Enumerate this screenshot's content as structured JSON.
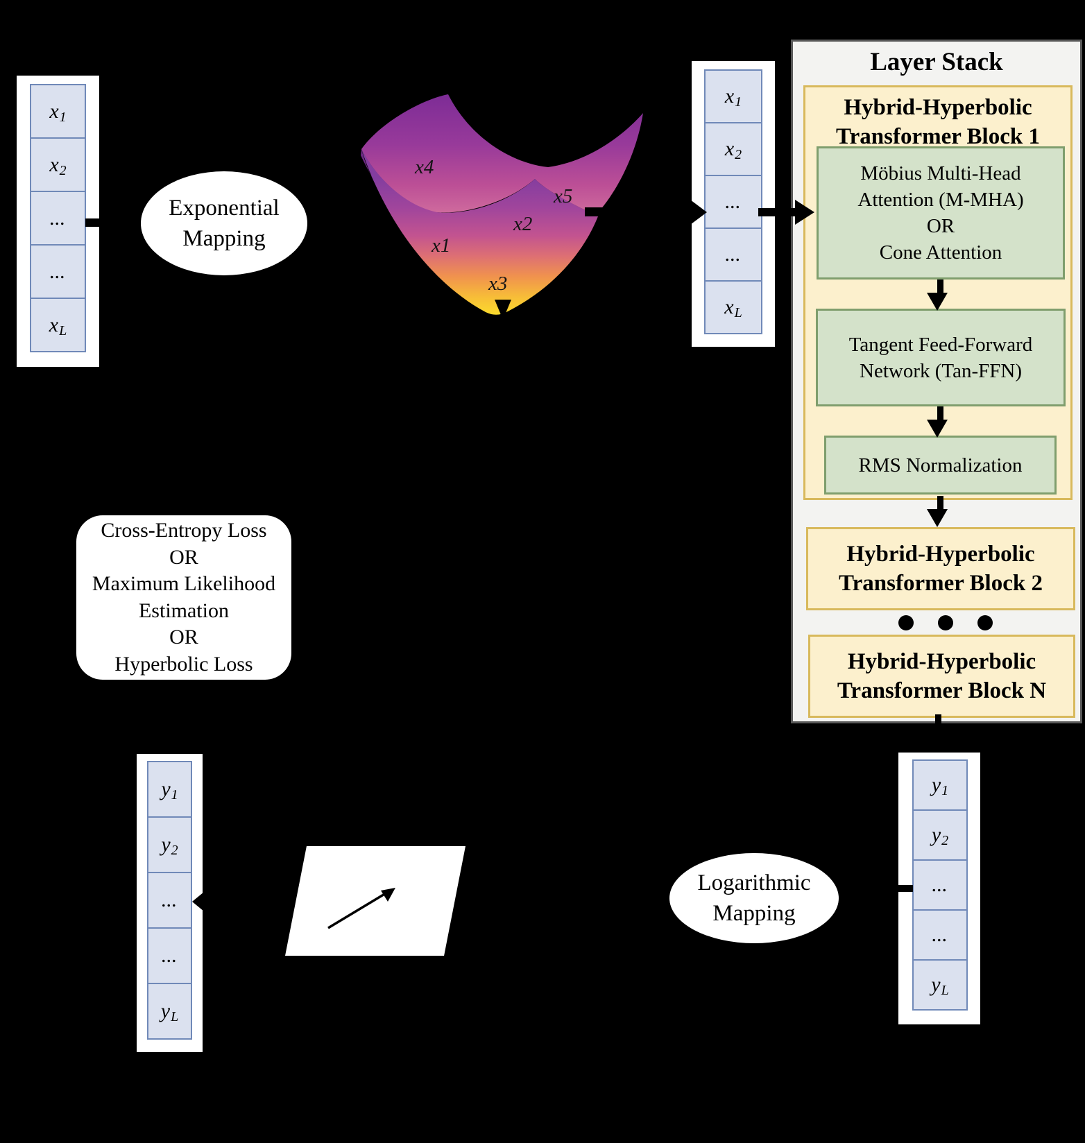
{
  "layer_stack": {
    "title": "Layer Stack",
    "block1": {
      "title": "Hybrid-Hyperbolic\nTransformer Block 1",
      "attention": "Möbius Multi-Head\nAttention (M-MHA)\nOR\nCone Attention",
      "ffn": "Tangent Feed-Forward\nNetwork (Tan-FFN)",
      "norm": "RMS Normalization"
    },
    "block2": {
      "title": "Hybrid-Hyperbolic\nTransformer Block 2"
    },
    "blockN": {
      "title": "Hybrid-Hyperbolic\nTransformer Block N"
    }
  },
  "ellipses": {
    "exponential": "Exponential\nMapping",
    "logarithmic": "Logarithmic\nMapping"
  },
  "loss_box": {
    "text": "Cross-Entropy Loss\nOR\nMaximum Likelihood\nEstimation\nOR\nHyperbolic Loss"
  },
  "vectors": {
    "x_input": {
      "cells": [
        {
          "b": "x",
          "s": "1"
        },
        {
          "b": "x",
          "s": "2"
        },
        {
          "b": "...",
          "s": ""
        },
        {
          "b": "...",
          "s": ""
        },
        {
          "b": "x",
          "s": "L"
        }
      ]
    },
    "x_mapped": {
      "cells": [
        {
          "b": "x",
          "s": "1"
        },
        {
          "b": "x",
          "s": "2"
        },
        {
          "b": "...",
          "s": ""
        },
        {
          "b": "...",
          "s": ""
        },
        {
          "b": "x",
          "s": "L"
        }
      ]
    },
    "y_right": {
      "cells": [
        {
          "b": "y",
          "s": "1"
        },
        {
          "b": "y",
          "s": "2"
        },
        {
          "b": "...",
          "s": ""
        },
        {
          "b": "...",
          "s": ""
        },
        {
          "b": "y",
          "s": "L"
        }
      ]
    },
    "y_left": {
      "cells": [
        {
          "b": "y",
          "s": "1"
        },
        {
          "b": "y",
          "s": "2"
        },
        {
          "b": "...",
          "s": ""
        },
        {
          "b": "...",
          "s": ""
        },
        {
          "b": "y",
          "s": "L"
        }
      ]
    }
  },
  "surface": {
    "labels": [
      {
        "text": "x4"
      },
      {
        "text": "x5"
      },
      {
        "text": "x2"
      },
      {
        "text": "x1"
      },
      {
        "text": "x3"
      }
    ]
  },
  "colors": {
    "background": "#000000",
    "cell_fill": "#dbe1ef",
    "cell_border": "#7089b8",
    "block_yellow_fill": "#fcf0cd",
    "block_yellow_border": "#d8b95c",
    "block_green_fill": "#d4e2ca",
    "block_green_border": "#7f9e6d",
    "panel_fill": "#f3f3f1",
    "panel_border": "#595959",
    "surface_top": "#7d2c96",
    "surface_bottom": "#fbdb2c"
  }
}
